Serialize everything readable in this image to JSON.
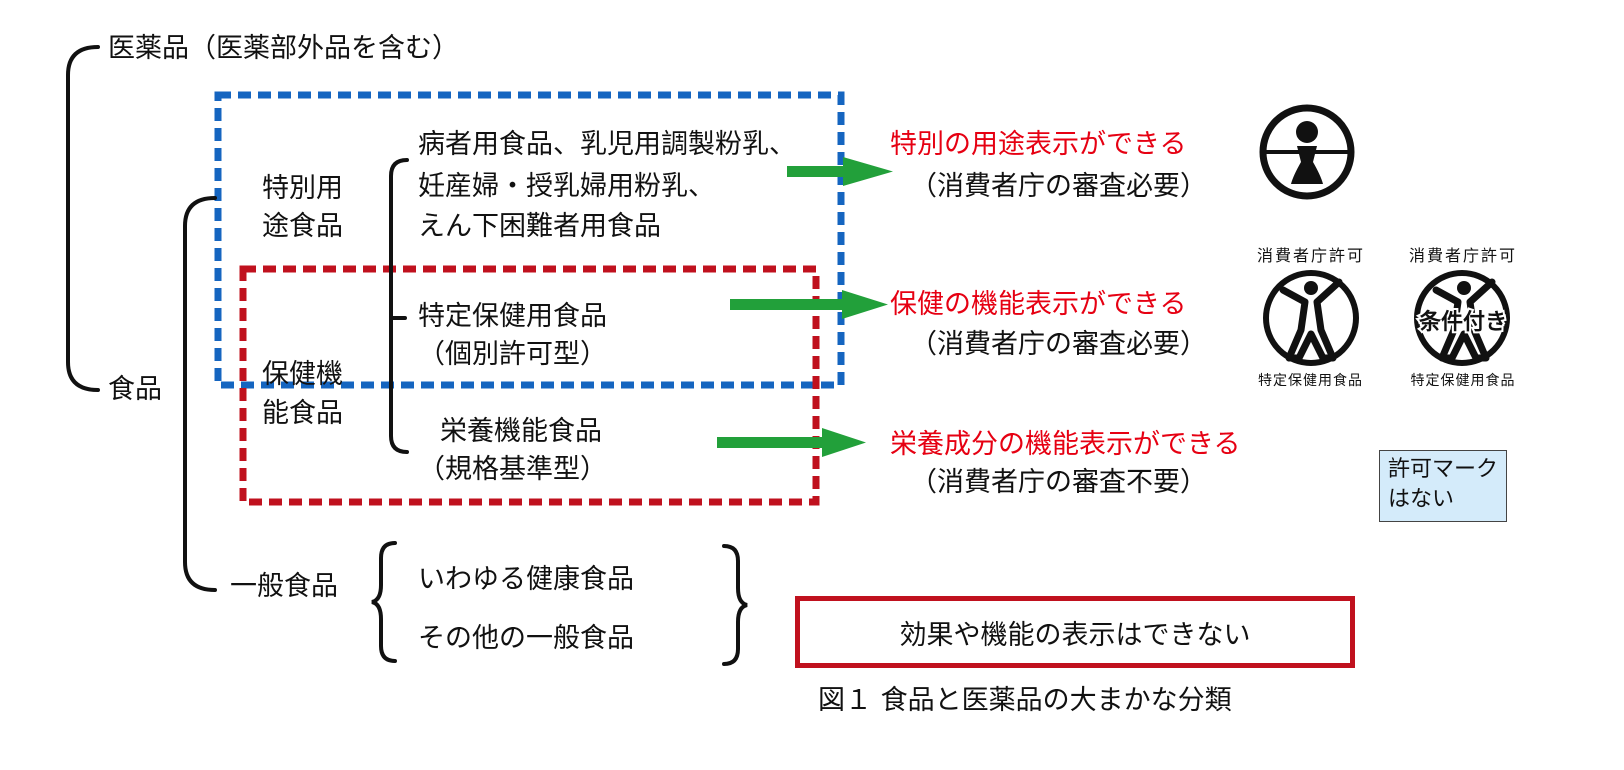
{
  "categories": {
    "pharma": "医薬品（医薬部外品を含む）",
    "food": "食品",
    "special_use_line1": "特別用",
    "special_use_line2": "途食品",
    "health_line1": "保健機",
    "health_line2": "能食品",
    "general_food": "一般食品"
  },
  "special_use_items": [
    "病者用食品、乳児用調製粉乳、",
    "妊産婦・授乳婦用粉乳、",
    "えん下困難者用食品"
  ],
  "fosu": {
    "line1": "特定保健用食品",
    "line2": "（個別許可型）"
  },
  "fnfc": {
    "line1": "栄養機能食品",
    "line2": "（規格基準型）"
  },
  "general_items": [
    "いわゆる健康食品",
    "その他の一般食品"
  ],
  "outcomes": [
    {
      "claim": "特別の用途表示ができる",
      "review": "（消費者庁の審査必要）"
    },
    {
      "claim": "保健の機能表示ができる",
      "review": "（消費者庁の審査必要）"
    },
    {
      "claim": "栄養成分の機能表示ができる",
      "review": "（消費者庁の審査不要）"
    }
  ],
  "no_claim": "効果や機能の表示はできない",
  "no_mark_note": {
    "line1": "許可マーク",
    "line2": "はない"
  },
  "marks": {
    "special_use_mark": {
      "icon": "special-use-mark-icon"
    },
    "fosu_mark": {
      "icon": "fosu-approval-mark-icon",
      "top_text": "消費者庁許可",
      "bottom_text": "特定保健用食品"
    },
    "conditional_fosu_mark": {
      "icon": "conditional-fosu-mark-icon",
      "top_text": "消費者庁許可",
      "bottom_text": "特定保健用食品",
      "center_text": "条件付き"
    }
  },
  "caption": "図１ 食品と医薬品の大まかな分類",
  "colors": {
    "special_use_frame": "#1565c0",
    "health_frame": "#c0111e",
    "arrow": "#22a03a",
    "claim_text": "#e60012",
    "no_mark_fill": "#d4ebfa"
  }
}
